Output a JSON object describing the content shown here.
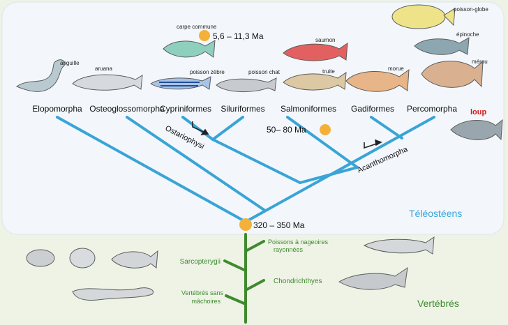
{
  "colors": {
    "background": "#eef3e6",
    "teleost_panel": "#f3f7fc",
    "teleost_tree": "#3aa4d6",
    "vertebrate_tree": "#3f8a2e",
    "node_dot": "#f4b13a",
    "red_label": "#d01818"
  },
  "groups": {
    "elopomorpha": "Elopomorpha",
    "osteoglossomorpha": "Osteoglossomorpha",
    "cypriniformes": "Cypriniformes",
    "siluriformes": "Siluriformes",
    "salmoniformes": "Salmoniformes",
    "gadiformes": "Gadiformes",
    "percomorpha": "Percomorpha"
  },
  "fish": {
    "anguille": "anguille",
    "aruana": "aruana",
    "carpe": "carpe commune",
    "zebre": "poisson zèbre",
    "chat": "poisson chat",
    "saumon": "saumon",
    "truite": "truite",
    "morue": "morue",
    "globe": "poisson-globe",
    "epinoche": "épinoche",
    "merou": "mérou",
    "loup": "loup"
  },
  "ages": {
    "carpe": "5,6 – 11,3 Ma",
    "salmo": "50– 80 Ma",
    "teleost": "320 – 350 Ma"
  },
  "clades": {
    "ostariophysi": "Ostariophysi",
    "acanthomorpha": "Acanthomorpha",
    "teleosteens": "Téléostéens",
    "vertebres": "Vertébrés"
  },
  "vertebrates": {
    "sarcopterygii": "Sarcopterygii",
    "rayonnees_1": "Poissons à nageoires",
    "rayonnees_2": "rayonnées",
    "chondrichthyes": "Chondrichthyes",
    "sans_1": "Vertébrés sans",
    "sans_2": "mâchoires"
  }
}
